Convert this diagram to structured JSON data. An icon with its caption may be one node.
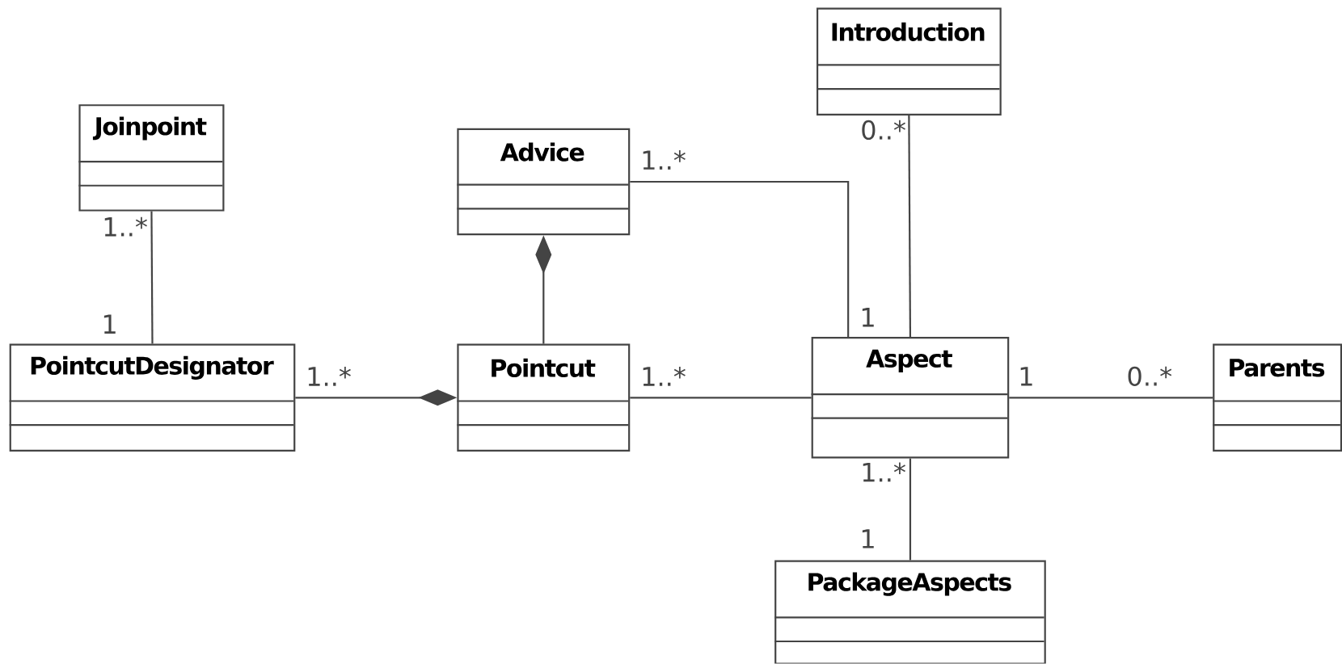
{
  "diagram": {
    "nodes": [
      {
        "text": [
          "Introduction"
        ]
      },
      {
        "text": [
          "Joinpoint"
        ]
      },
      {
        "text": [
          "Advice"
        ]
      },
      {
        "text": [
          "PointcutDesignator"
        ]
      },
      {
        "text": [
          "Pointcut"
        ]
      },
      {
        "text": [
          "Aspect"
        ]
      },
      {
        "text": [
          "Parents"
        ]
      },
      {
        "text": [
          "PackageAspects"
        ]
      }
    ],
    "edges": [
      {
        "from": 1,
        "to": 3,
        "arrow": "none"
      },
      {
        "from": 3,
        "to": 4,
        "arrow": "other"
      },
      {
        "from": 4,
        "to": 2,
        "arrow": "other"
      },
      {
        "from": 2,
        "to": 5,
        "arrow": "none"
      },
      {
        "from": 0,
        "to": 5,
        "arrow": "none"
      },
      {
        "from": 4,
        "to": 5,
        "arrow": "none"
      },
      {
        "from": 5,
        "to": 6,
        "arrow": "none"
      },
      {
        "from": 5,
        "to": 7,
        "arrow": "none"
      }
    ],
    "labels": [
      "0..*",
      "1..*",
      "1..*",
      "1",
      "1",
      "1..*",
      "1..*",
      "1",
      "0..*",
      "1..*",
      "1"
    ]
  }
}
